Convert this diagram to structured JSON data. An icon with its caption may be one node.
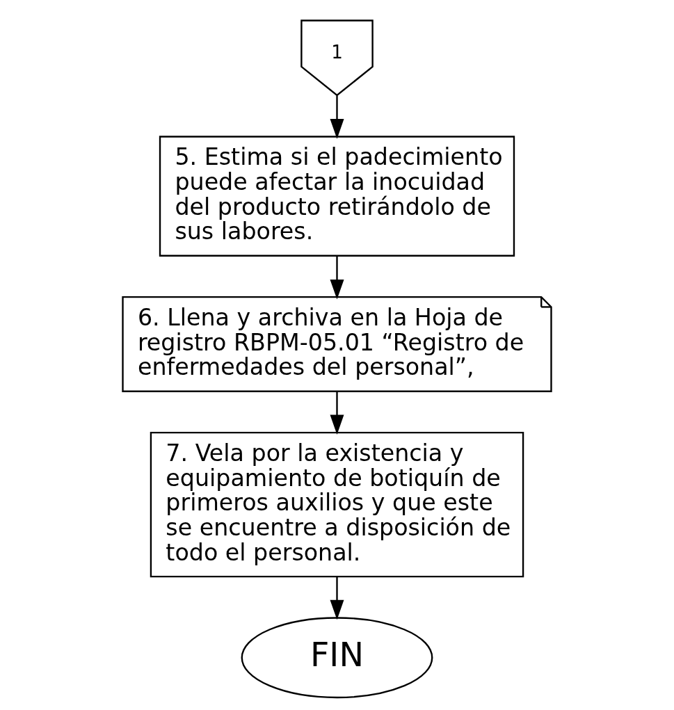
{
  "diagram": {
    "nodes": [
      {
        "text": [
          "1"
        ]
      },
      {
        "text": [
          "5. Estima si el padecimiento puede afectar la inocuidad del producto retirándolo de sus labores."
        ]
      },
      {
        "text": [
          "6. Llena y archiva en la Hoja de registro RBPM-05.01 “Registro de enfermedades del personal”,"
        ]
      },
      {
        "text": [
          "7. Vela por la existencia y equipamiento de botiquín de primeros auxilios y que este se encuentre a disposición de todo el personal."
        ]
      },
      {
        "text": [
          "FIN"
        ]
      }
    ],
    "edges": [
      {
        "from": 0,
        "to": 1,
        "arrow": "to"
      },
      {
        "from": 1,
        "to": 2,
        "arrow": "to"
      },
      {
        "from": 2,
        "to": 3,
        "arrow": "to"
      },
      {
        "from": 3,
        "to": 4,
        "arrow": "to"
      }
    ]
  }
}
